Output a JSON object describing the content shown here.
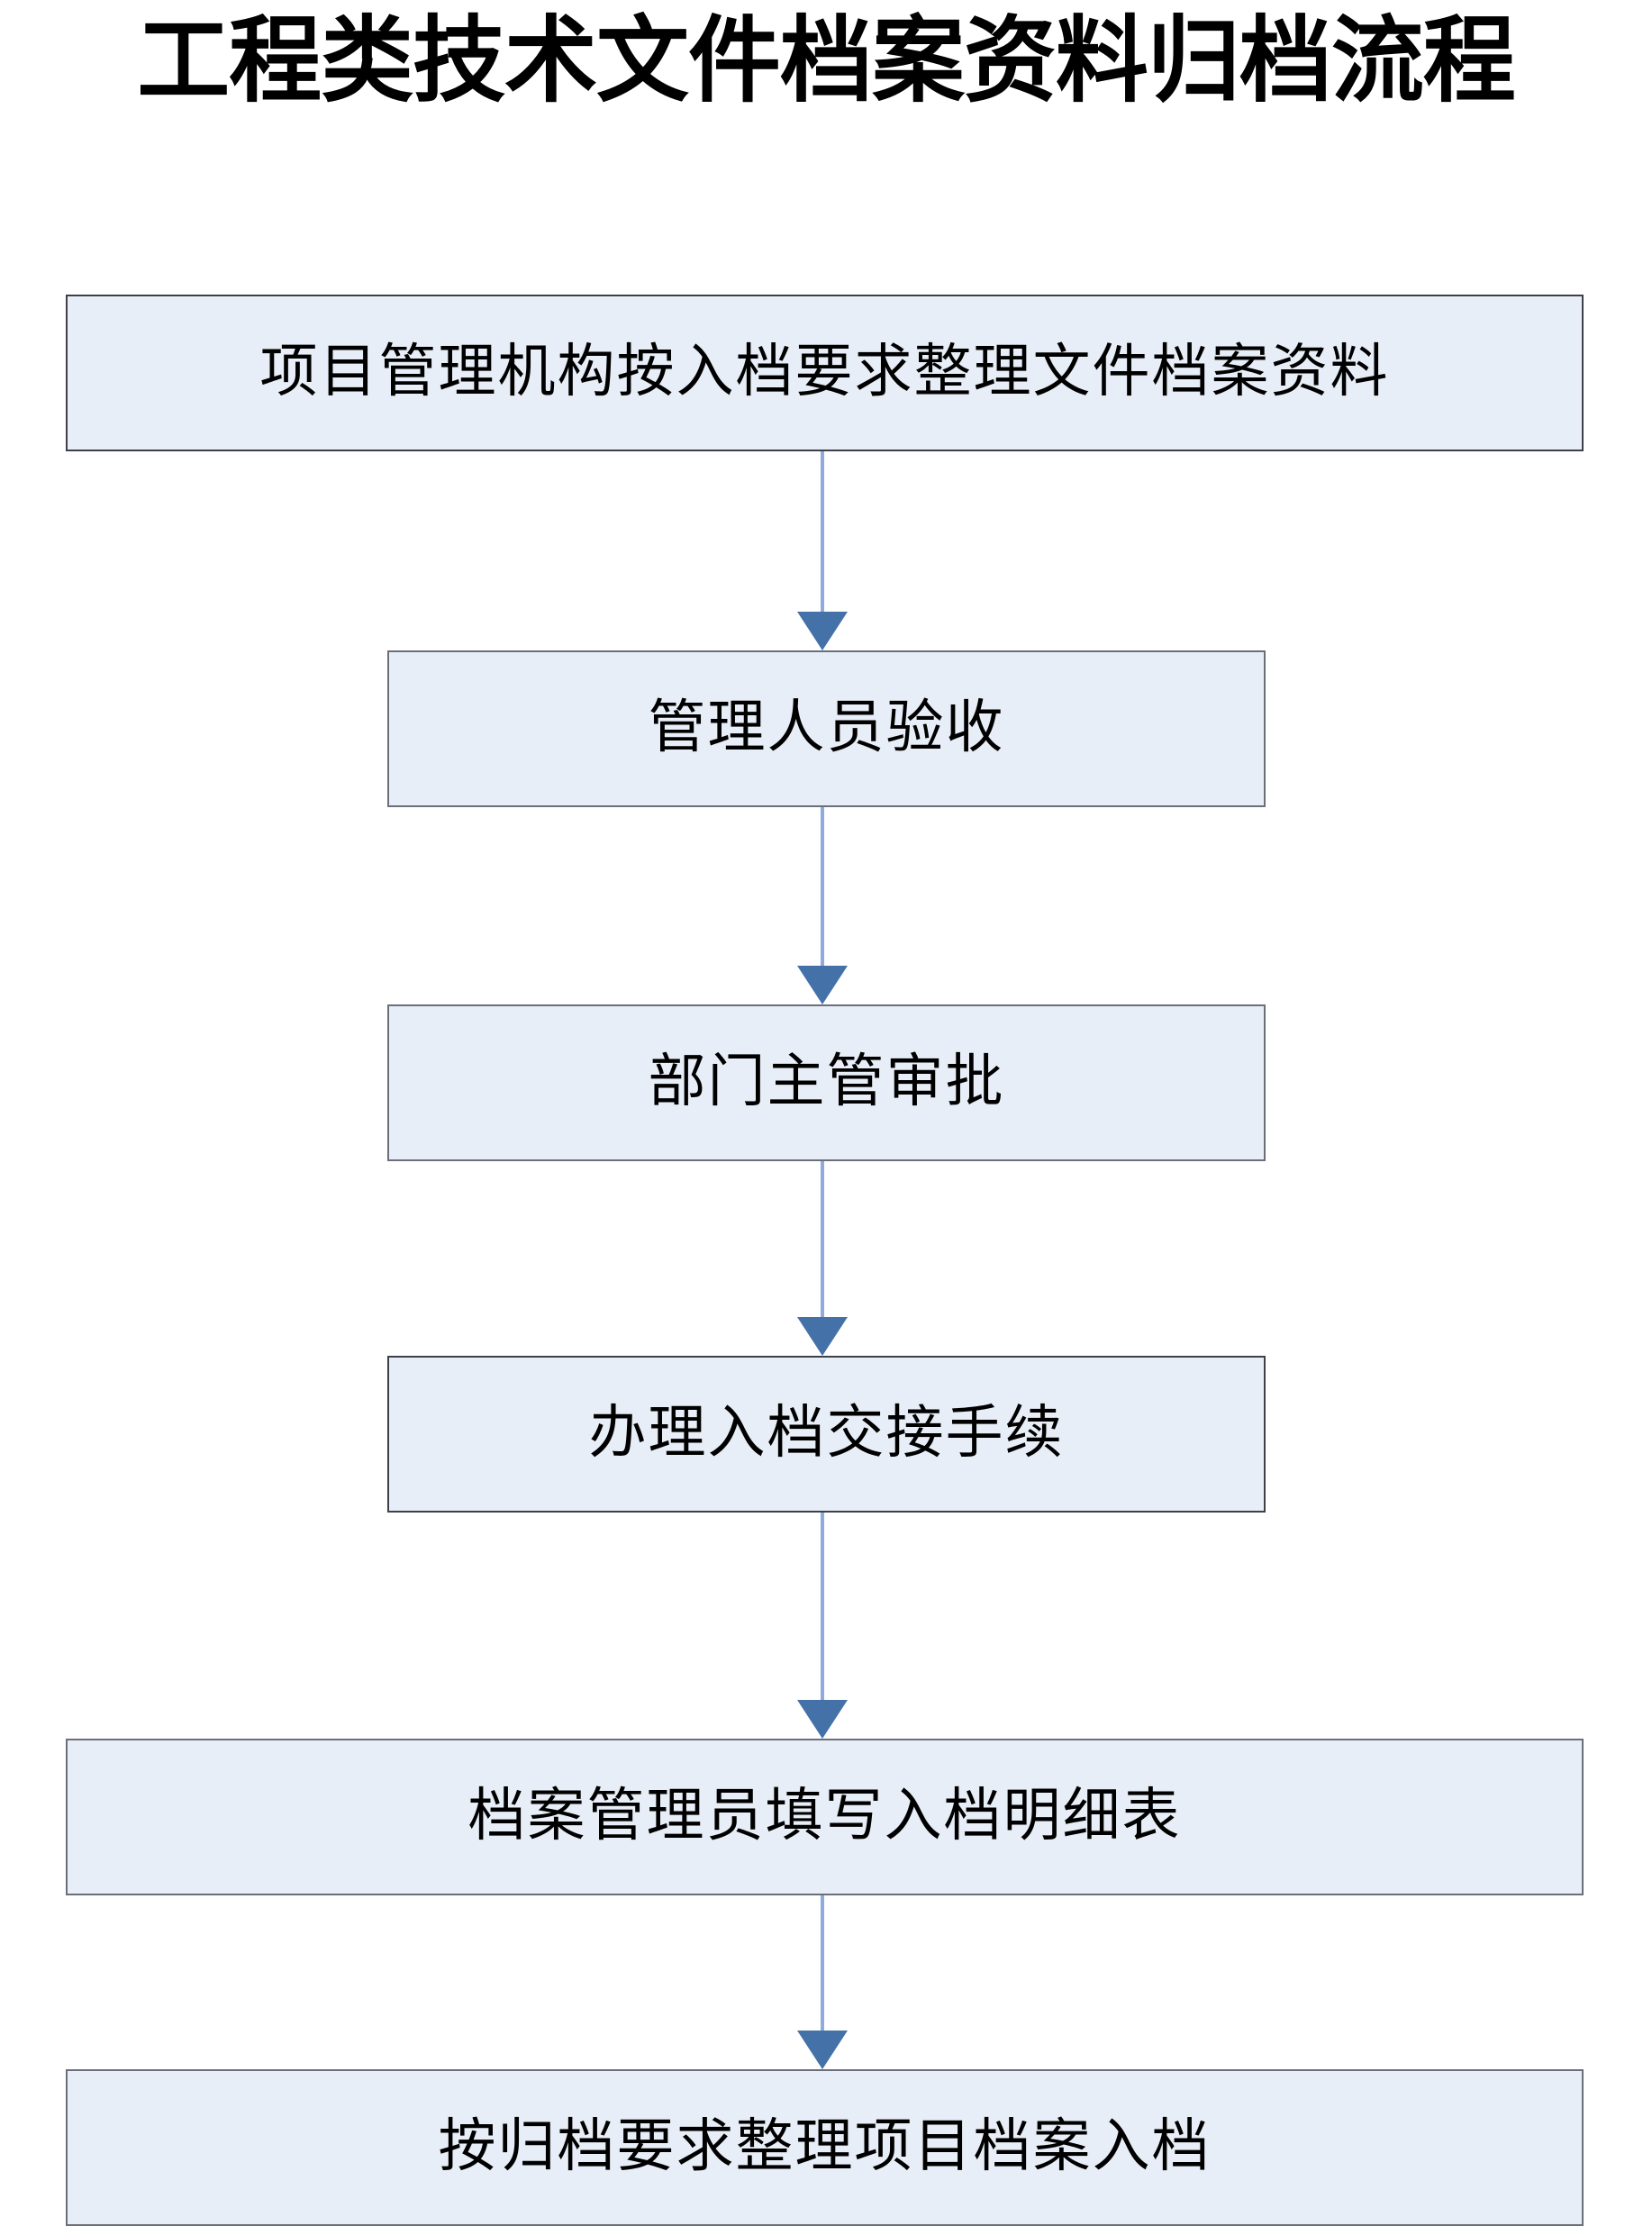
{
  "document": {
    "title": "工程类技术文件档案资料归档流程",
    "background_color": "#ffffff"
  },
  "theme": {
    "box_fill": "#e8eef7",
    "box_border": "#3f3f49",
    "box_border_soft": "#6b6f7a",
    "arrow_line": "#8faadc",
    "arrow_head": "#4472a8",
    "text_color": "#000000"
  },
  "flowchart": {
    "type": "vertical-process-flow",
    "step_count": 6,
    "arrow_count": 5,
    "steps": [
      {
        "index": 1,
        "label": "项目管理机构按入档要求整理文件档案资料",
        "width": "wide"
      },
      {
        "index": 2,
        "label": "管理人员验收",
        "width": "narrow"
      },
      {
        "index": 3,
        "label": "部门主管审批",
        "width": "narrow"
      },
      {
        "index": 4,
        "label": "办理入档交接手续",
        "width": "narrow"
      },
      {
        "index": 5,
        "label": "档案管理员填写入档明细表",
        "width": "wide"
      },
      {
        "index": 6,
        "label": "按归档要求整理项目档案入档",
        "width": "wide"
      }
    ],
    "connectors": [
      {
        "from": 1,
        "to": 2
      },
      {
        "from": 2,
        "to": 3
      },
      {
        "from": 3,
        "to": 4
      },
      {
        "from": 4,
        "to": 5
      },
      {
        "from": 5,
        "to": 6
      }
    ]
  }
}
